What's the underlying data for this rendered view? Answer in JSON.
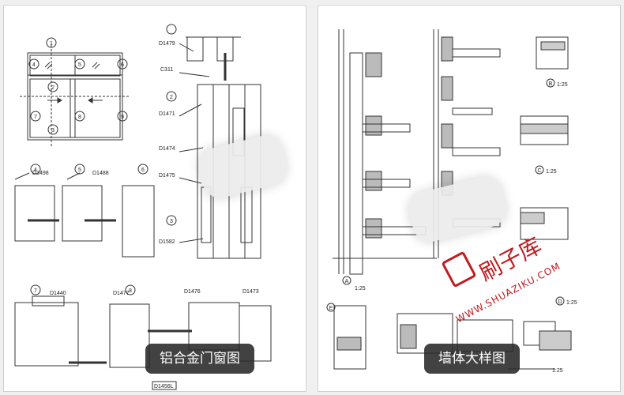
{
  "left_panel": {
    "caption": "铝合金门窗图",
    "circle_labels": [
      "1",
      "4",
      "5",
      "6",
      "2",
      "7",
      "8",
      "9",
      "3",
      "4",
      "5",
      "6",
      "2",
      "3",
      "7",
      "8"
    ],
    "profile_codes": [
      "D1479",
      "C311",
      "D1471",
      "D1474",
      "D1475",
      "D1498",
      "D1488",
      "D1582",
      "D1440",
      "D1477",
      "D1476",
      "D1473",
      "D1456L"
    ]
  },
  "right_panel": {
    "caption": "墙体大样图",
    "scale_labels": [
      "1:25",
      "1:25",
      "1:25",
      "1:25",
      "1:25"
    ],
    "section_labels": [
      "A",
      "B",
      "C",
      "D",
      "E"
    ],
    "watermark_brand": "刷子库",
    "watermark_url": "WWW.SHUAZIKU.COM"
  }
}
